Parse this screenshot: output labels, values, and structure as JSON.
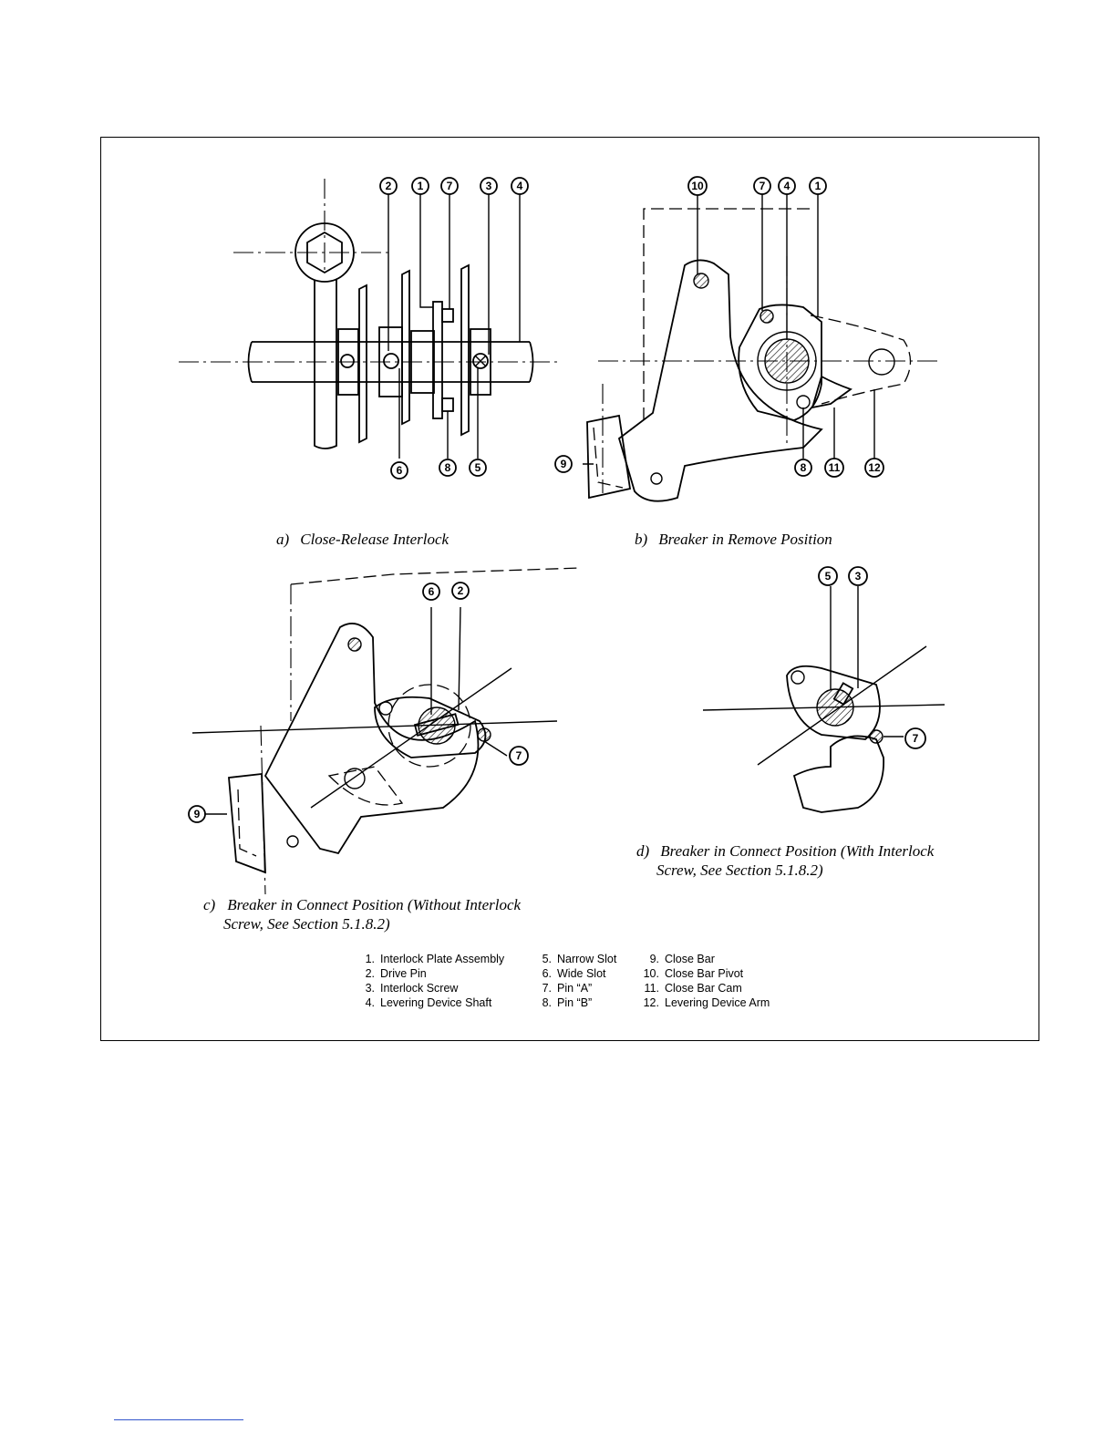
{
  "captions": {
    "a": {
      "tag": "a)",
      "text": "Close-Release Interlock"
    },
    "b": {
      "tag": "b)",
      "text": "Breaker in Remove Position"
    },
    "c": {
      "tag": "c)",
      "text": "Breaker in Connect Position (Without Interlock",
      "text2": "Screw, See Section 5.1.8.2)"
    },
    "d": {
      "tag": "d)",
      "text": "Breaker in Connect Position (With Interlock",
      "text2": "Screw, See Section 5.1.8.2)"
    }
  },
  "callouts": {
    "a_top": [
      "2",
      "1",
      "7",
      "3",
      "4"
    ],
    "a_bottom": [
      "6",
      "8",
      "5"
    ],
    "b_top": [
      "10",
      "7",
      "4",
      "1"
    ],
    "b_bottom": [
      "8",
      "11",
      "12"
    ],
    "b_left": "9",
    "c_top": [
      "6",
      "2"
    ],
    "c_right": "7",
    "c_left": "9",
    "d_top": [
      "5",
      "3"
    ],
    "d_right": "7"
  },
  "legend": [
    {
      "num": "1.",
      "label": "Interlock Plate Assembly"
    },
    {
      "num": "2.",
      "label": "Drive Pin"
    },
    {
      "num": "3.",
      "label": "Interlock Screw"
    },
    {
      "num": "4.",
      "label": "Levering Device Shaft"
    },
    {
      "num": "5.",
      "label": "Narrow Slot"
    },
    {
      "num": "6.",
      "label": "Wide Slot"
    },
    {
      "num": "7.",
      "label": "Pin “A”"
    },
    {
      "num": "8.",
      "label": "Pin “B”"
    },
    {
      "num": "9.",
      "label": "Close Bar"
    },
    {
      "num": "10.",
      "label": "Close Bar Pivot"
    },
    {
      "num": "11.",
      "label": "Close Bar Cam"
    },
    {
      "num": "12.",
      "label": "Levering Device Arm"
    }
  ]
}
